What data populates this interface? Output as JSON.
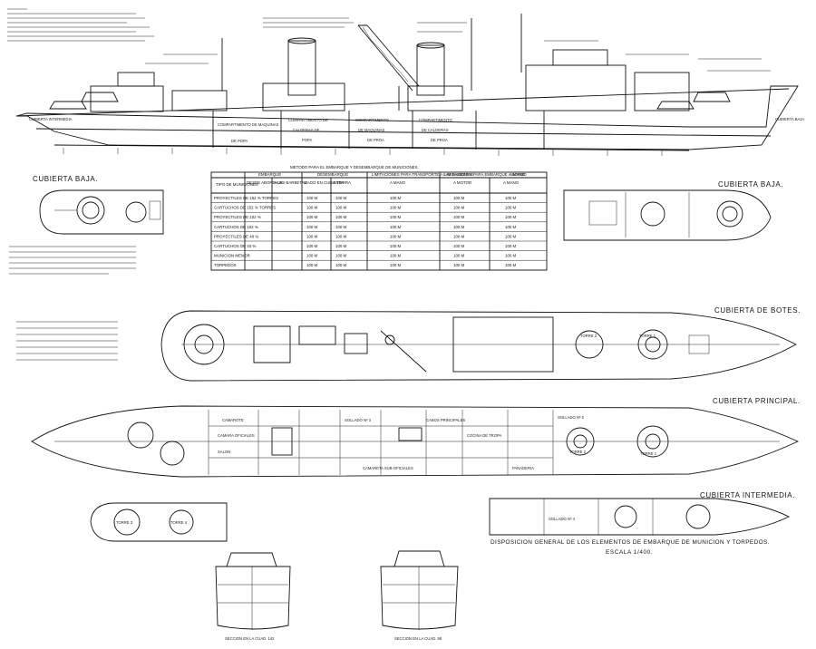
{
  "plan_titles": {
    "main_title": "DISPOSICION GENERAL DE LOS ELEMENTOS DE EMBARQUE DE MUNICION Y TORPEDOS.",
    "scale": "ESCALA 1/400.",
    "cubierta_baja_left": "CUBIERTA BAJA.",
    "cubierta_baja_right": "CUBIERTA BAJA.",
    "cubierta_botes": "CUBIERTA DE BOTES.",
    "cubierta_principal": "CUBIERTA PRINCIPAL.",
    "cubierta_intermedia": "CUBIERTA INTERMEDIA.",
    "seccion_popa": "SECCION EN LA CUAD. 142",
    "seccion_proa": "SECCION EN LA CUAD. 58"
  },
  "profile_labels": {
    "comp_maquinas_popa": [
      "COMPARTIMENTO DE MAQUINAS",
      "DE POPA"
    ],
    "comp_calderas_popa": [
      "COMPARTIMENTO DE",
      "CALDERAS DE",
      "POPA"
    ],
    "comp_maquinas_proa": [
      "COMPARTIMENTO",
      "DE MAQUINAS",
      "DE PROA"
    ],
    "comp_calderas_proa": [
      "COMPARTIMENTO",
      "DE CALDERAS",
      "DE PROA"
    ],
    "cubierta_intermedia": "CUBIERTA INTERMEDIA",
    "cubierta_baja": "CUBIERTA BAJA"
  },
  "table": {
    "title": "METODO PARA EL EMBARQUE Y DESEMBARQUE DE MUNICIONES.",
    "col_headers": [
      "TIPO DE MUNICIONES",
      "EMBARQUE",
      "DESEMBARQUE",
      "LIMITACIONES PARA TRANSPORTE A LAS BARBETAS",
      "LIMITACIONES PARA EMBARQUE A BORDO",
      "A MANO"
    ],
    "sub_headers": [
      "DESDE ABORDAJE",
      "A LAS BARBETAS",
      "IZADO EN CUBIERTA",
      "A TIERRA",
      "A MANO",
      "A MOTOR",
      "A MANO"
    ],
    "rows": [
      [
        "PROYECTILES DE 152 % TORRES",
        "100 M",
        "100 M",
        "100 M",
        "100 M",
        "100 M"
      ],
      [
        "CARTUCHOS DE 152 % TORRES",
        "100 M",
        "100 M",
        "100 M",
        "100 M",
        "100 M"
      ],
      [
        "PROYECTILES DE 102 %",
        "100 M",
        "100 M",
        "100 M",
        "100 M",
        "100 M"
      ],
      [
        "CARTUCHOS DE 102 %",
        "100 M",
        "100 M",
        "100 M",
        "100 M",
        "100 M"
      ],
      [
        "PROYECTILES DE 40 %",
        "100 M",
        "100 M",
        "100 M",
        "100 M",
        "100 M"
      ],
      [
        "CARTUCHOS DE 40 %",
        "100 M",
        "100 M",
        "100 M",
        "100 M",
        "100 M"
      ],
      [
        "MUNICION MENOR",
        "100 M",
        "100 M",
        "100 M",
        "100 M",
        "100 M"
      ],
      [
        "TORPEDOS",
        "100 M",
        "100 M",
        "100 M",
        "100 M",
        "100 M"
      ]
    ]
  },
  "deck_labels": {
    "torre_1": "TORRE 1",
    "torre_2": "TORRE 2",
    "torre_3": "TORRE 3",
    "torre_4": "TORRE 4",
    "sollado_3": "SOLLADO Nº 3",
    "sollado_2": "SOLLADO Nº 2",
    "sollado_4": "SOLLADO Nº 4",
    "cocina_tropa": "COCINA DE TROPA",
    "camarote": "CAMAROTE",
    "camara_oficiales": "CAMARA OFICIALES",
    "salon": "SALON",
    "camareta_suboficiales": "CAMARETA SUB-OFICIALES",
    "panaderia": "PANADERIA",
    "cabos_principales": "CABOS PRINCIPALES"
  },
  "colors": {
    "ink": "#111111",
    "paper": "#ffffff"
  }
}
